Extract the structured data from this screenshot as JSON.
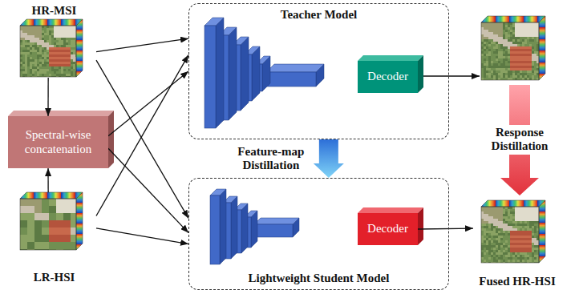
{
  "diagram": {
    "nodes": [
      {
        "text": [
          "HR-MSI"
        ]
      },
      {
        "text": [
          "Spectral-wise concatenation"
        ]
      },
      {
        "text": [
          "LR-HSI"
        ]
      },
      {
        "text": [
          "Teacher Model"
        ]
      },
      {
        "text": [
          "Decoder"
        ],
        "in": 3
      },
      {
        "text": [
          "Lightweight Student Model"
        ]
      },
      {
        "text": [
          "Decoder"
        ],
        "in": 5
      },
      {
        "text": [
          "Fused HR-HSI"
        ]
      }
    ],
    "edges": [
      {
        "from": 0,
        "to": 1,
        "arrow": "to"
      },
      {
        "from": 2,
        "to": 1,
        "arrow": "to"
      },
      {
        "from": 0,
        "to": 3,
        "arrow": "to"
      },
      {
        "from": 0,
        "to": 5,
        "arrow": "to"
      },
      {
        "from": 1,
        "to": 3,
        "arrow": "to"
      },
      {
        "from": 1,
        "to": 5,
        "arrow": "to"
      },
      {
        "from": 2,
        "to": 3,
        "arrow": "to"
      },
      {
        "from": 2,
        "to": 5,
        "arrow": "to"
      },
      {
        "from": 3,
        "to": 5,
        "arrow": "to",
        "label": "Feature-map Distillation"
      },
      {
        "from": 6,
        "to": 7,
        "arrow": "to"
      }
    ],
    "labels": [
      "Response Distillation"
    ]
  }
}
